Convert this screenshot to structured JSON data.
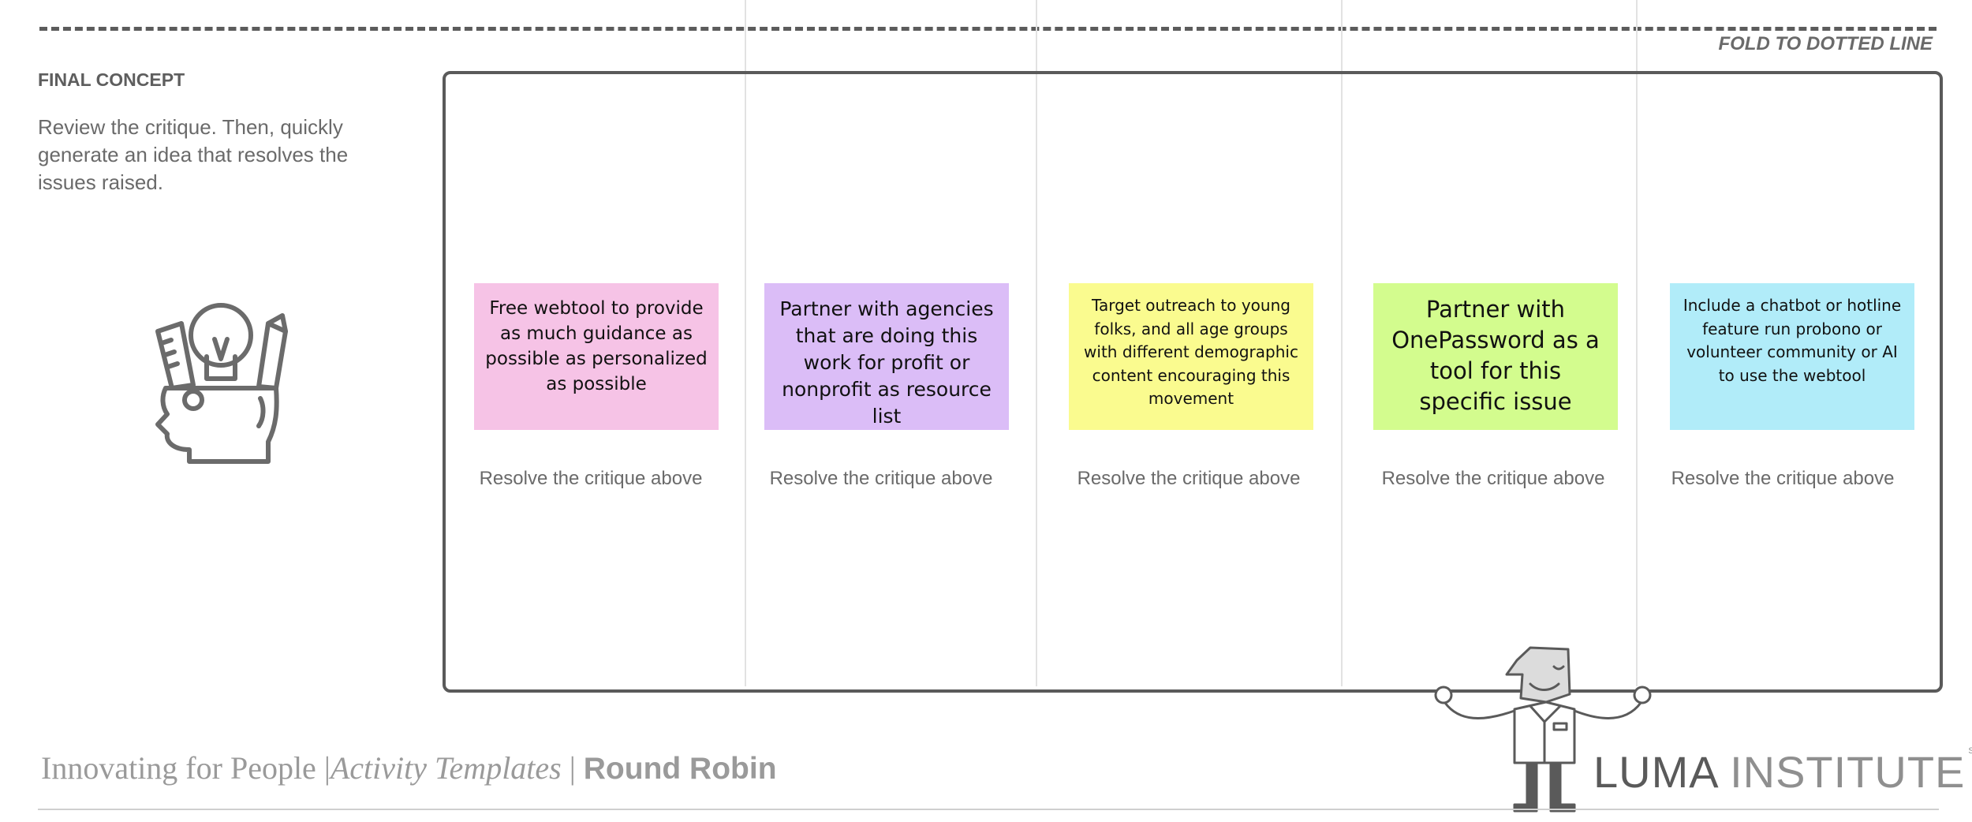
{
  "fold_label": "FOLD TO DOTTED LINE",
  "section": {
    "title": "FINAL CONCEPT",
    "instructions": "Review the critique. Then, quickly generate an idea that resolves the issues raised."
  },
  "icons": {
    "idea_head": "head-with-ideas-icon",
    "presenter": "presenter-figure-icon"
  },
  "concepts": [
    {
      "text": "Free webtool to provide as much guidance as possible as personalized as possible",
      "color": "#f6c3e6",
      "caption": "Resolve the critique above"
    },
    {
      "text": "Partner with agencies that are doing this work for profit or nonprofit as resource list",
      "color": "#dbbdf7",
      "caption": "Resolve the critique above"
    },
    {
      "text": "Target outreach to young folks, and all age groups with different demographic content encouraging this movement",
      "color": "#fafb8f",
      "caption": "Resolve the critique above"
    },
    {
      "text": "Partner with OnePassword as a tool for this specific issue",
      "color": "#d3fc8e",
      "caption": "Resolve the critique above"
    },
    {
      "text": "Include a chatbot or hotline feature run probono or volunteer community or AI to use the webtool",
      "color": "#b1ecf9",
      "caption": "Resolve the critique above"
    }
  ],
  "footer": {
    "part1": "Innovating for People",
    "part2": "Activity Templates",
    "part3": "Round Robin",
    "separator": "|"
  },
  "brand": {
    "word1": "LUMA",
    "word2": "INSTITUTE",
    "mark": "SM"
  }
}
